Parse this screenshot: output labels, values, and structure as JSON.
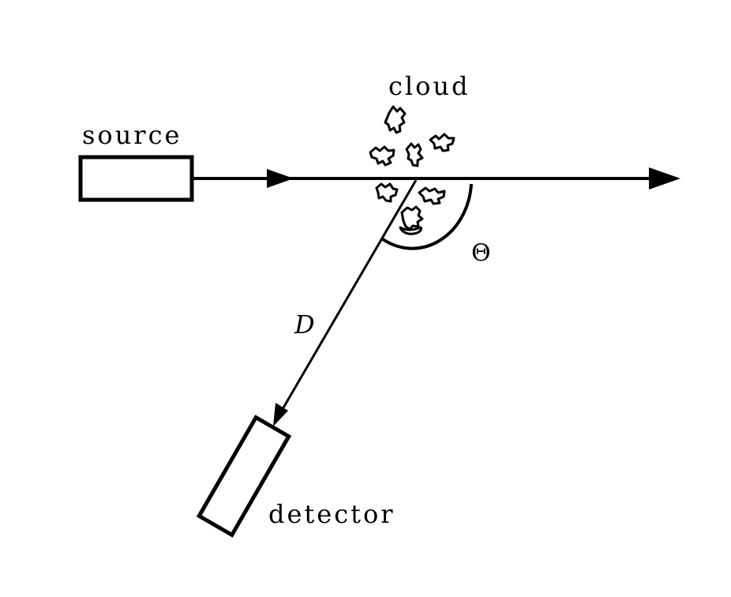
{
  "labels": {
    "source": "source",
    "cloud": "cloud",
    "detector": "detector",
    "distance": "D",
    "angle": "Θ"
  },
  "colors": {
    "ink": "#000000",
    "background": "#ffffff"
  }
}
